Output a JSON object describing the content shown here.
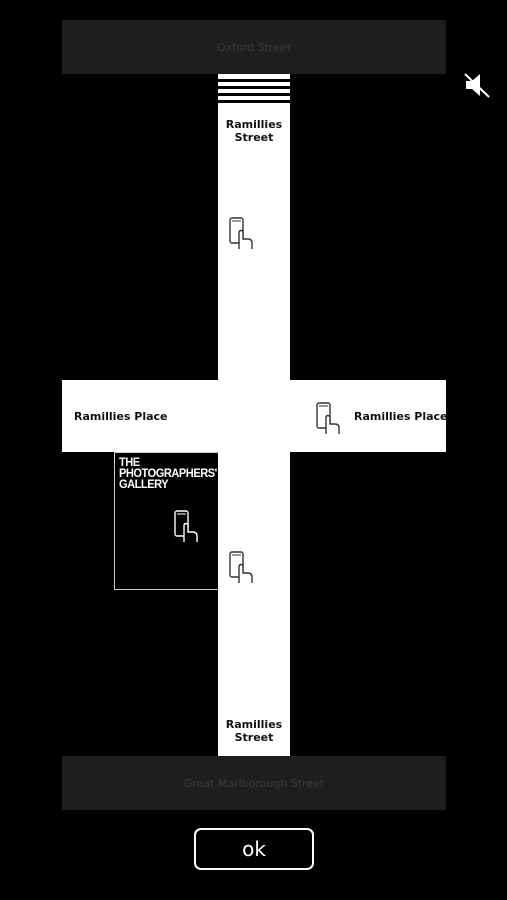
{
  "map": {
    "top_street": "Oxford Street",
    "bottom_street": "Great Marlborough Street",
    "vertical_street_top_label": "Ramillies\nStreet",
    "vertical_street_bottom_label": "Ramillies\nStreet",
    "cross_street_left_label": "Ramillies Place",
    "cross_street_right_label": "Ramillies Place",
    "gallery_logo_line1": "THE",
    "gallery_logo_line2": "PHOTOGRAPHERS'",
    "gallery_logo_line3": "GALLERY"
  },
  "icons": {
    "mute": "speaker-muted-icon",
    "phone_tap": "phone-tap-icon"
  },
  "controls": {
    "ok_label": "ok"
  },
  "colors": {
    "background": "#000000",
    "road": "#ffffff",
    "band": "#1e1e1e",
    "band_text": "#3a3a3a"
  }
}
